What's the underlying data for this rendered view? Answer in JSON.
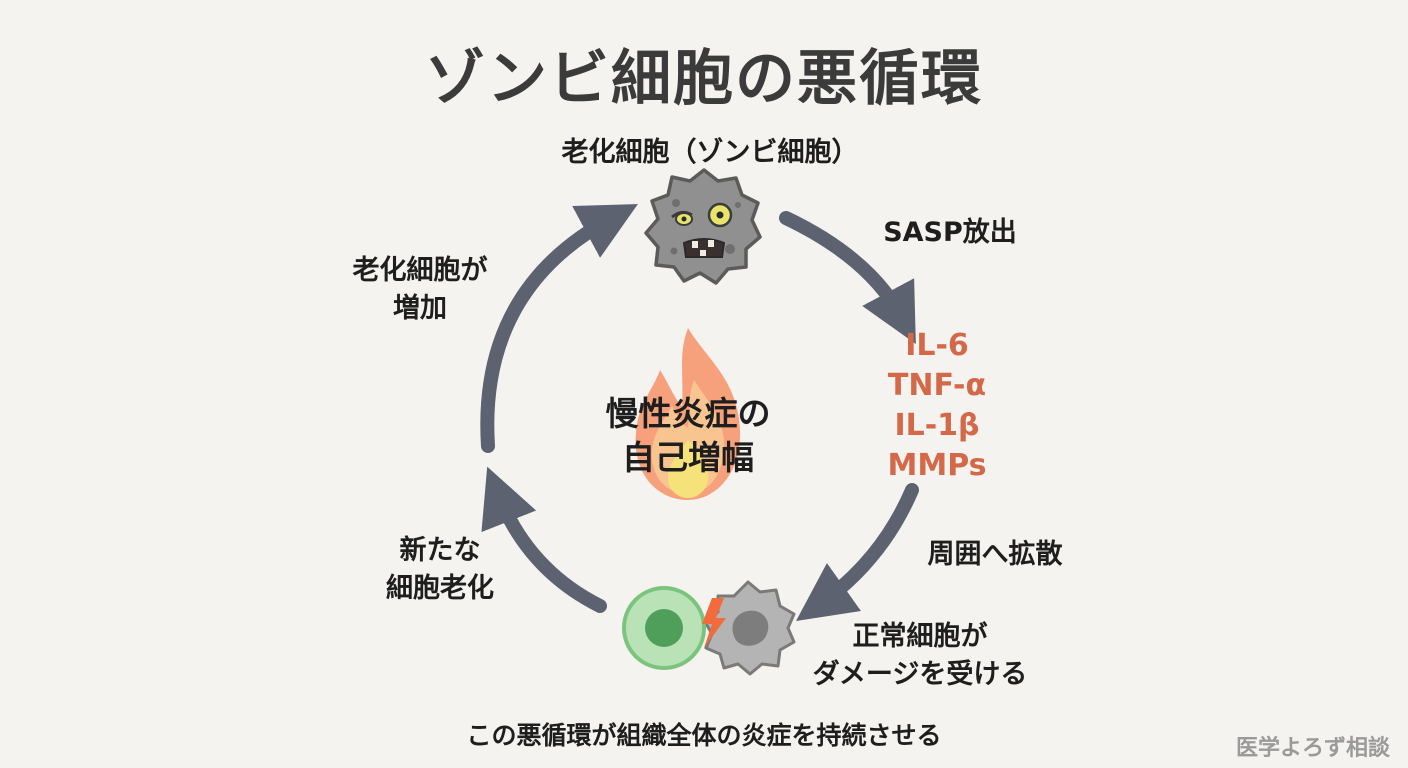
{
  "title": "ゾンビ細胞の悪循環",
  "nodes": {
    "senescent_cell": "老化細胞（ゾンビ細胞）",
    "sasp_release": "SASP放出",
    "cytokines": [
      "IL-6",
      "TNF-α",
      "IL-1β",
      "MMPs"
    ],
    "spread": "周囲へ拡散",
    "damage_line1": "正常細胞が",
    "damage_line2": "ダメージを受ける",
    "new_senescence_line1": "新たな",
    "new_senescence_line2": "細胞老化",
    "increase_line1": "老化細胞が",
    "increase_line2": "増加"
  },
  "center": {
    "line1": "慢性炎症の",
    "line2": "自己増幅"
  },
  "footer": "この悪循環が組織全体の炎症を持続させる",
  "watermark": "医学よろず相談",
  "icons": [
    "zombie-cell-icon",
    "flame-icon",
    "healthy-cell-icon",
    "lightning-icon",
    "damaged-cell-icon"
  ],
  "colors": {
    "arrow": "#5d6270",
    "cytokine": "#d4694a",
    "healthy_cell": "#7cc47e",
    "zombie_cell": "#8c8c8c",
    "flame": "#f2855a"
  }
}
